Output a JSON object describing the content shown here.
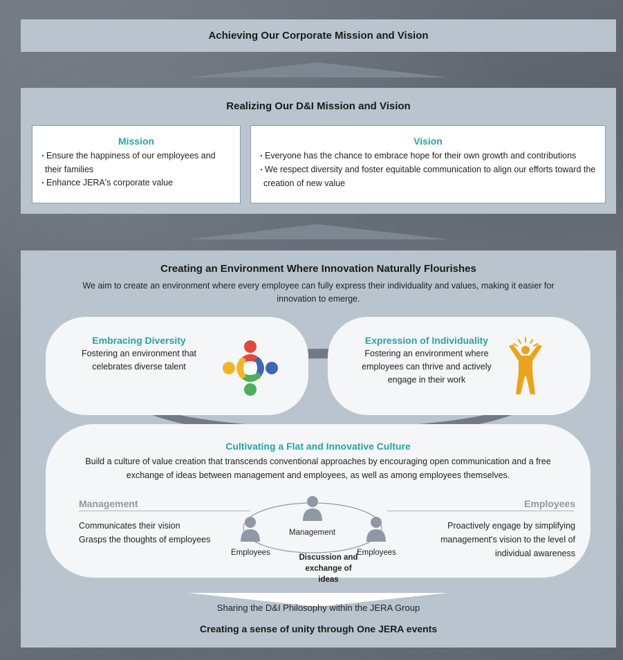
{
  "top": {
    "title": "Achieving Our Corporate Mission and Vision"
  },
  "dni": {
    "title": "Realizing Our D&I Mission and Vision",
    "mission": {
      "heading": "Mission",
      "items": [
        "Ensure the happiness of our employees and their families",
        "Enhance JERA's corporate value"
      ]
    },
    "vision": {
      "heading": "Vision",
      "items": [
        "Everyone has the chance to embrace hope for their own growth and contributions",
        "We respect diversity and foster equitable communication to align our efforts toward the creation of new value"
      ]
    }
  },
  "environment": {
    "title": "Creating an Environment Where Innovation Naturally Flourishes",
    "description": "We aim to create an environment where every employee can fully express their individuality and values, making it easier for innovation to emerge.",
    "diversity": {
      "heading": "Embracing Diversity",
      "text": "Fostering an environment that celebrates diverse talent",
      "colors": [
        "#e0483e",
        "#3f67b1",
        "#4dae5b",
        "#f2b52a"
      ]
    },
    "individuality": {
      "heading": "Expression of Individuality",
      "text": "Fostering an environment where employees can thrive and actively engage in their work",
      "color": "#eaa31c"
    },
    "culture": {
      "heading": "Cultivating a Flat and Innovative Culture",
      "description": "Build a culture of value creation that transcends conventional approaches by encouraging open communication and a free exchange of ideas between management and employees, as well as among employees themselves.",
      "management_heading": "Management",
      "management_items": [
        "Communicates their vision",
        "Grasps the thoughts of employees"
      ],
      "employees_heading": "Employees",
      "employees_text": "Proactively engage by simplifying management's vision to the level of individual awareness",
      "diagram": {
        "top_label": "Management",
        "left_label": "Employees",
        "right_label": "Employees",
        "center_label": "Discussion and exchange of ideas"
      }
    },
    "sharing": "Sharing the D&I Philosophy within the JERA Group",
    "unity": "Creating a sense of unity through One JERA events"
  },
  "colors": {
    "accent": "#2ba2a3",
    "panel": "#b9c4ce",
    "arrow": "#7d8791",
    "person": "#8f99a3"
  }
}
